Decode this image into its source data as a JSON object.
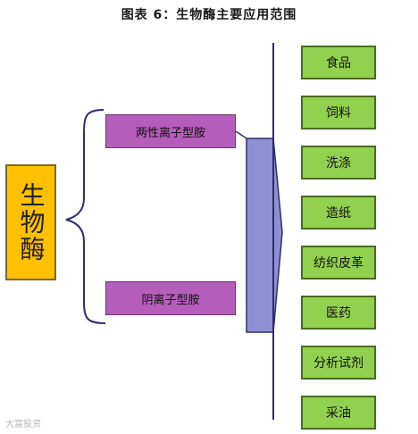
{
  "figure": {
    "title": "图表 6：生物酶主要应用范围"
  },
  "source": {
    "label": "生物酶"
  },
  "enzyme_types": [
    {
      "label": "两性离子型胺"
    },
    {
      "label": "阴离子型胺"
    }
  ],
  "applications": [
    {
      "label": "食品"
    },
    {
      "label": "饲料"
    },
    {
      "label": "洗涤"
    },
    {
      "label": "造纸"
    },
    {
      "label": "纺织皮革"
    },
    {
      "label": "医药"
    },
    {
      "label": "分析试剂"
    },
    {
      "label": "采油"
    }
  ],
  "watermark": {
    "text": "大富投资"
  },
  "colors": {
    "source_fill": "#ffc000",
    "type_fill": "#b55dbb",
    "app_fill": "#92d050",
    "arrow_fill": "#8f8fd4",
    "line": "#2e2e6e"
  }
}
